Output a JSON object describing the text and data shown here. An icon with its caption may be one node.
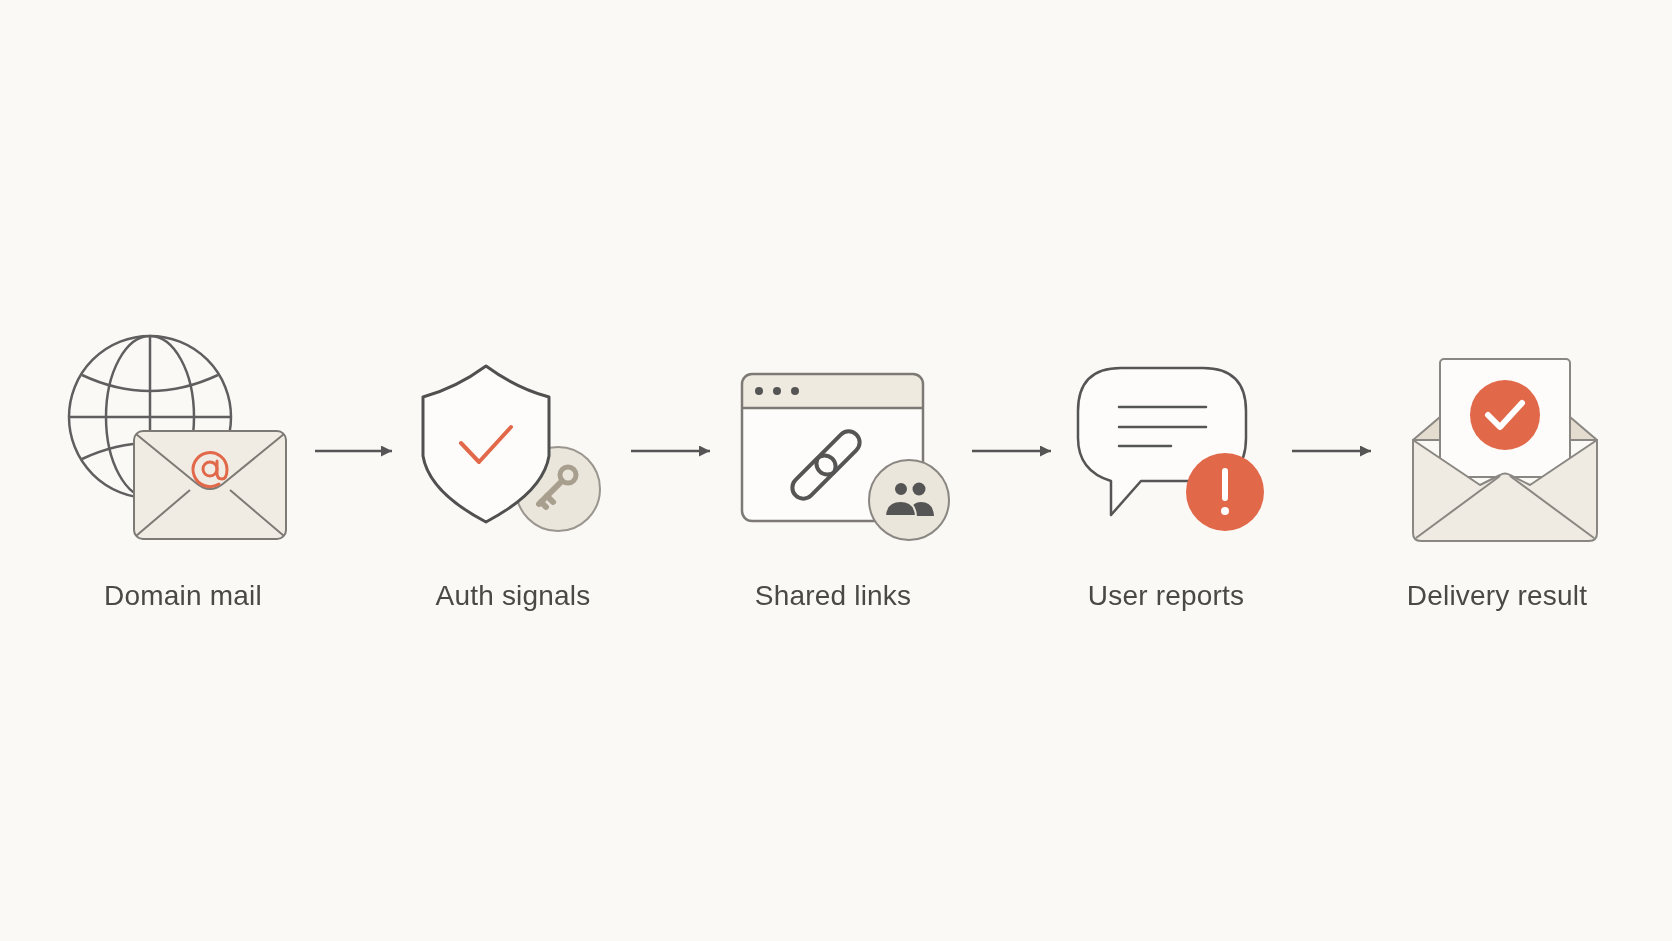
{
  "diagram": {
    "nodes": [
      {
        "text": [
          "Domain mail"
        ]
      },
      {
        "text": [
          "Auth signals"
        ]
      },
      {
        "text": [
          "Shared links"
        ]
      },
      {
        "text": [
          "User reports"
        ]
      },
      {
        "text": [
          "Delivery result"
        ]
      }
    ],
    "edges": [
      {
        "from": 0,
        "to": 1,
        "arrow": "to"
      },
      {
        "from": 1,
        "to": 2,
        "arrow": "to"
      },
      {
        "from": 2,
        "to": 3,
        "arrow": "to"
      },
      {
        "from": 3,
        "to": 4,
        "arrow": "to"
      }
    ]
  }
}
